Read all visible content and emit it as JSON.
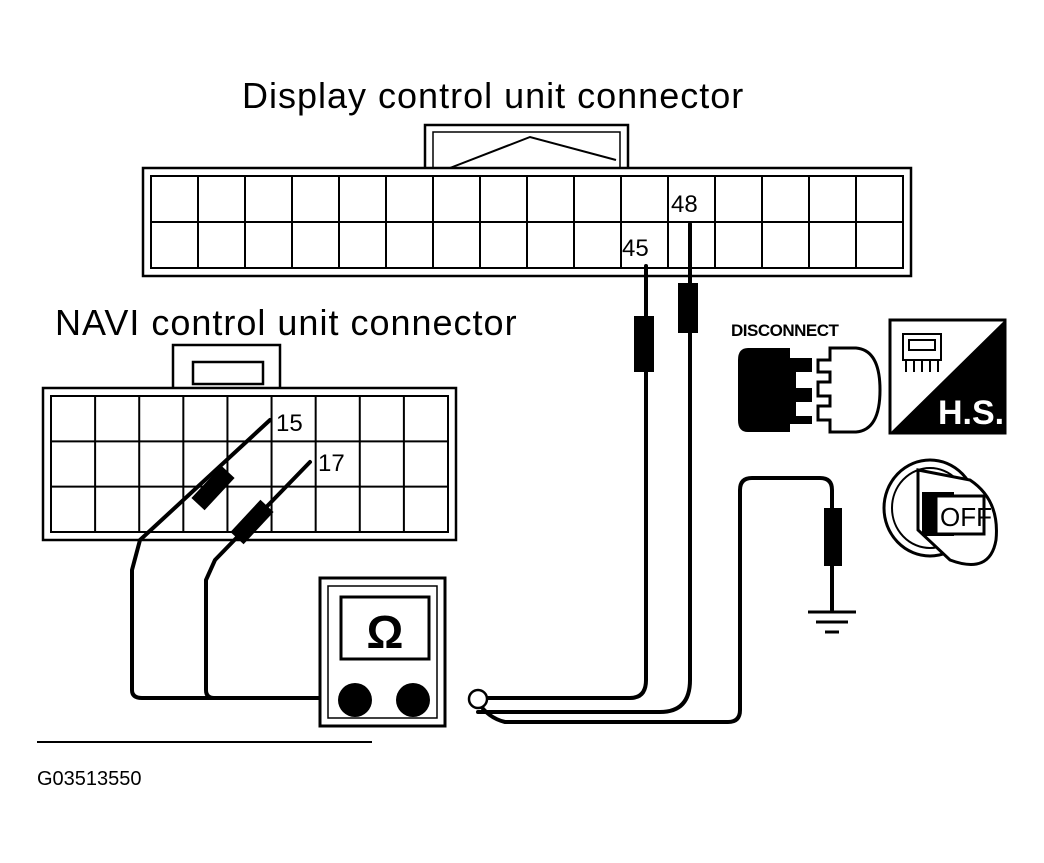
{
  "display_connector": {
    "title": "Display control unit connector",
    "pins": [
      "45",
      "48"
    ]
  },
  "navi_connector": {
    "title": "NAVI control unit connector",
    "pins": [
      "15",
      "17"
    ]
  },
  "meter": {
    "symbol": "Ω",
    "icon": "ohmmeter-icon"
  },
  "badges": {
    "disconnect": "DISCONNECT",
    "harness": "H.S.",
    "ignition": "OFF"
  },
  "figure_id": "G03513550"
}
